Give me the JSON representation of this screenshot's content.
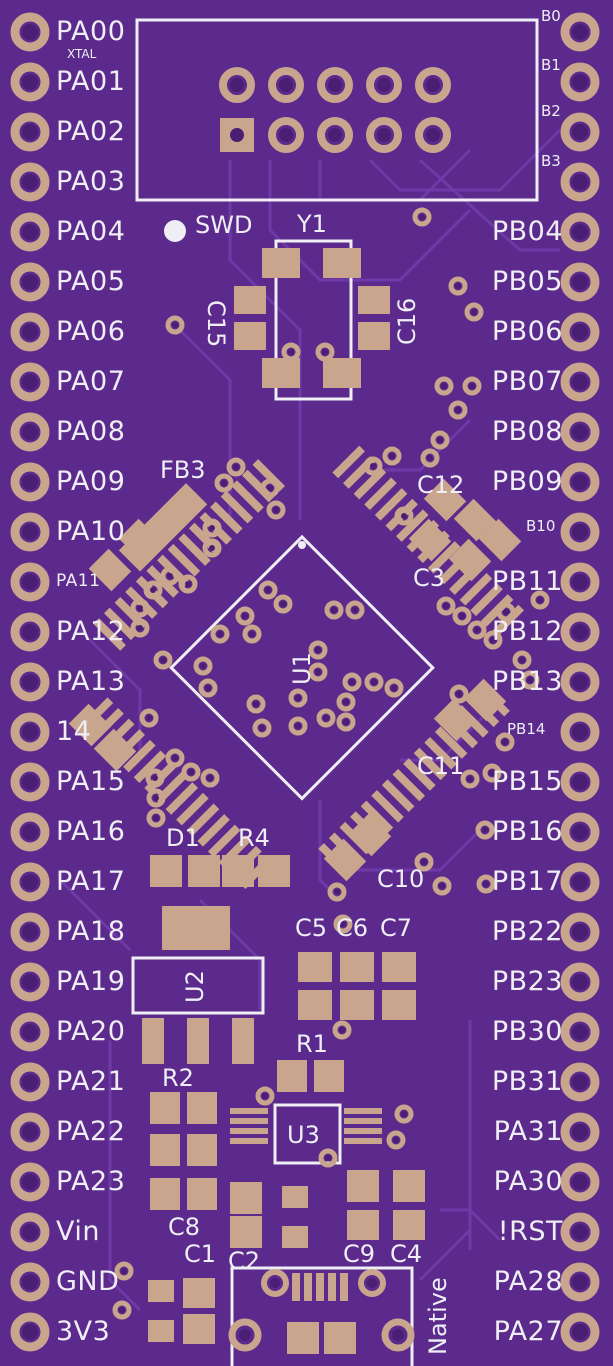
{
  "board": {
    "colors": {
      "substrate": "#5b2a8c",
      "copper_pour": "#63309a",
      "trace": "#6d3aa8",
      "pad": "#c9a58e",
      "silkscreen": "#eeeef4",
      "hole": "#4a1f73"
    },
    "left_pins": [
      "PA00",
      "PA01",
      "PA02",
      "PA03",
      "PA04",
      "PA05",
      "PA06",
      "PA07",
      "PA08",
      "PA09",
      "PA10",
      "PA11",
      "PA12",
      "PA13",
      "14",
      "PA15",
      "PA16",
      "PA17",
      "PA18",
      "PA19",
      "PA20",
      "PA21",
      "PA22",
      "PA23",
      "Vin",
      "GND",
      "3V3"
    ],
    "right_pins": [
      "",
      "",
      "",
      "",
      "PB04",
      "PB05",
      "PB06",
      "PB07",
      "PB08",
      "PB09",
      "",
      "PB11",
      "PB12",
      "PB13",
      "",
      "PB15",
      "PB16",
      "PB17",
      "PB22",
      "PB23",
      "PB30",
      "PB31",
      "PA31",
      "PA30",
      "!RST",
      "PA28",
      "PA27"
    ],
    "right_small_labels": {
      "b0": "B0",
      "b1": "B1",
      "b2": "B2",
      "b3": "B3",
      "b10": "B10",
      "pb14": "PB14"
    },
    "header_labels": {
      "xtal": "XTAL",
      "swd": "SWD"
    },
    "components": {
      "y1": "Y1",
      "c15": "C15",
      "c16": "C16",
      "fb3": "FB3",
      "c12": "C12",
      "c3": "C3",
      "u1": "U1",
      "c11": "C11",
      "c10": "C10",
      "d1": "D1",
      "r4": "R4",
      "c5": "C5",
      "c6": "C6",
      "c7": "C7",
      "u2": "U2",
      "r1": "R1",
      "r2": "R2",
      "u3": "U3",
      "c8": "C8",
      "c1": "C1",
      "c2": "C2",
      "c9": "C9",
      "c4": "C4",
      "native": "Native"
    }
  }
}
